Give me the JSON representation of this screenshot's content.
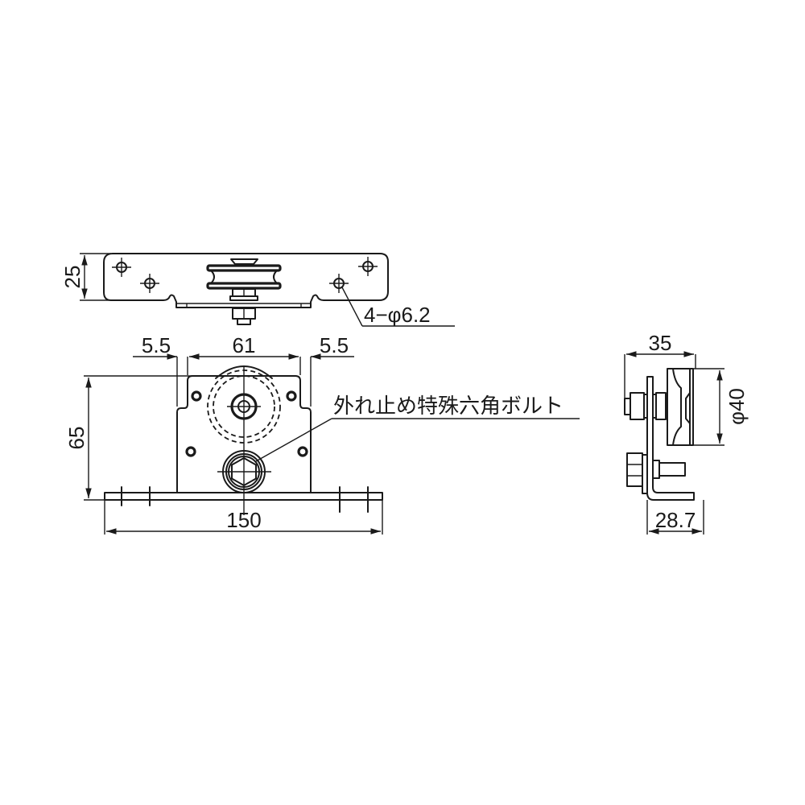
{
  "drawing": {
    "title": "Door roller with bracket — top, front and side views",
    "line_color": "#1a1a1a",
    "background": "#ffffff"
  },
  "top_view": {
    "height_dim": "25",
    "hole_callout": "4−φ6.2"
  },
  "front_view": {
    "left_offset_dim": "5.5",
    "center_width_dim": "61",
    "right_offset_dim": "5.5",
    "height_dim": "65",
    "base_width_dim": "150",
    "bolt_callout": "外れ止め特殊六角ボルト"
  },
  "side_view": {
    "depth_dim": "35",
    "wheel_diameter_dim": "φ40",
    "base_depth_dim": "28.7"
  }
}
